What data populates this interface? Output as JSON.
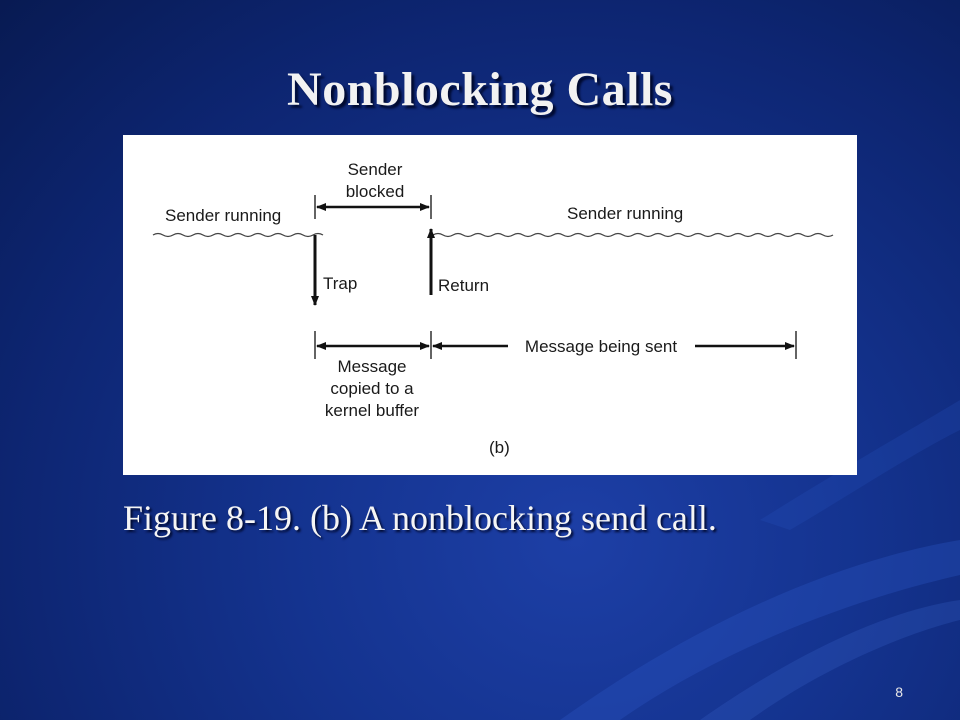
{
  "slide": {
    "title": "Nonblocking Calls",
    "caption": "Figure 8-19. (b) A nonblocking send call.",
    "page_number": "8",
    "colors": {
      "background": "#14338f",
      "title": "#f2f2f2",
      "figure_bg": "#ffffff"
    }
  },
  "diagram": {
    "sender_blocked_line1": "Sender",
    "sender_blocked_line2": "blocked",
    "sender_running_left": "Sender running",
    "sender_running_right": "Sender running",
    "trap": "Trap",
    "return": "Return",
    "message_copied_line1": "Message",
    "message_copied_line2": "copied to a",
    "message_copied_line3": "kernel buffer",
    "message_being_sent": "Message being sent",
    "panel_label": "(b)"
  }
}
